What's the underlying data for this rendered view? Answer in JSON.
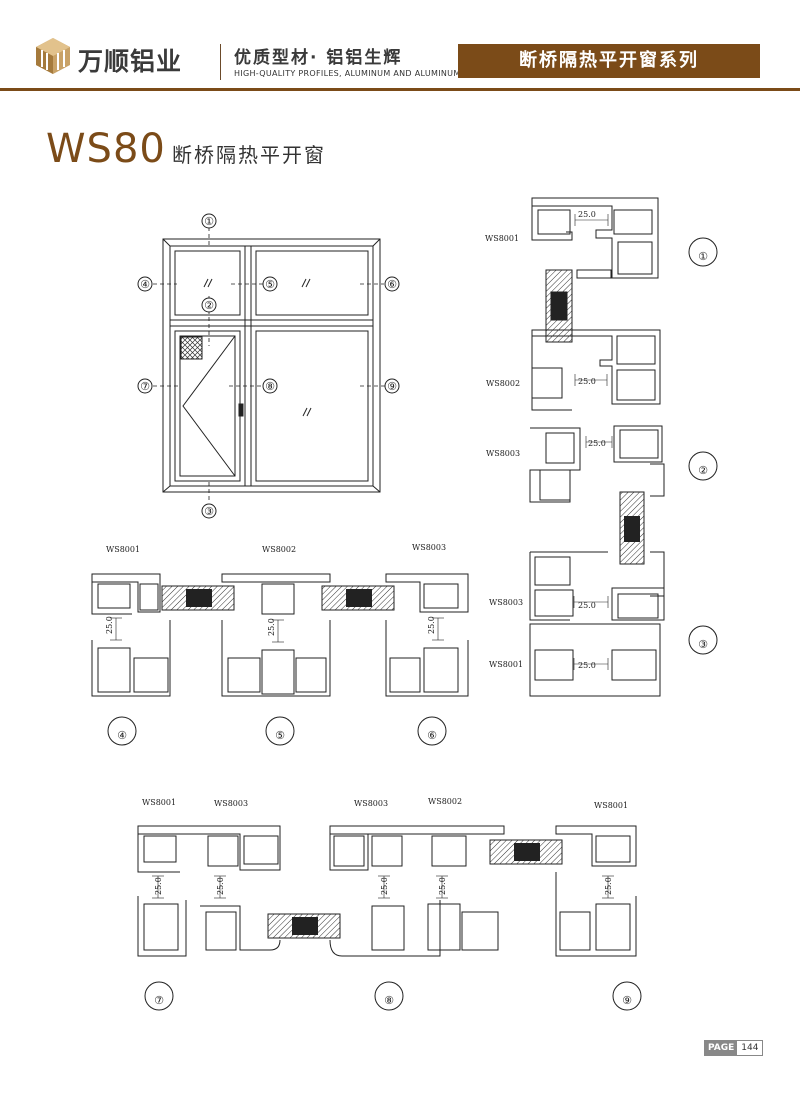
{
  "header": {
    "brand": "万顺铝业",
    "slogan": "优质型材· 铝铝生辉",
    "slogan_en": "HIGH-QUALITY PROFILES, ALUMINUM AND ALUMINUM",
    "series": "断桥隔热平开窗系列"
  },
  "title": {
    "model": "WS80",
    "name": "断桥隔热平开窗"
  },
  "window_labels": [
    "①",
    "②",
    "③",
    "④",
    "⑤",
    "⑥",
    "⑦",
    "⑧",
    "⑨"
  ],
  "section_labels": {
    "s1": [
      "WS8001"
    ],
    "s2": [
      "WS8002",
      "WS8003"
    ],
    "s3": [
      "WS8003",
      "WS8001"
    ],
    "s4": [
      "WS8001",
      "WS8002",
      "WS8003"
    ],
    "s7": [
      "WS8001",
      "WS8003"
    ],
    "s8": [
      "WS8003",
      "WS8002"
    ],
    "s9": [
      "WS8001"
    ]
  },
  "dimension": "25.0",
  "circles": [
    "①",
    "②",
    "③",
    "④",
    "⑤",
    "⑥",
    "⑦",
    "⑧",
    "⑨"
  ],
  "page": {
    "label": "PAGE",
    "number": "144"
  },
  "colors": {
    "brand": "#7b4b18",
    "line": "#222222"
  }
}
